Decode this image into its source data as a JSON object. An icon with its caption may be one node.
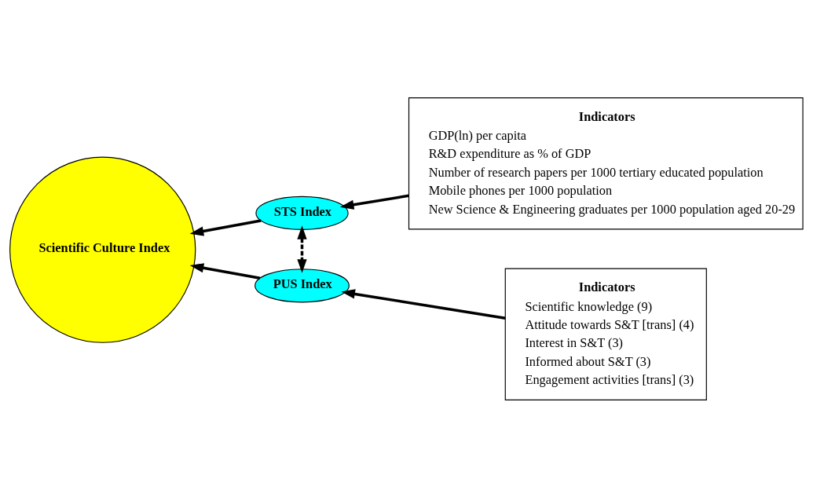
{
  "diagram": {
    "nodes": [
      {
        "text": [
          "STS Index"
        ]
      },
      {
        "text": [
          "Scientific Culture Index"
        ]
      },
      {
        "text": [
          "PUS Index"
        ]
      },
      {
        "text": [
          "Indicators",
          "GDP(ln) per capita",
          "R&D expenditure as % of GDP",
          "Number of research papers per 1000 tertiary educated population",
          "Mobile phones per 1000 population",
          "New Science & Engineering graduates per 1000 population aged 20-29"
        ]
      },
      {
        "text": [
          "Indicators",
          "Scientific knowledge (9)",
          "Attitude towards S&T [trans] (4)",
          "Interest in S&T (3)",
          "Informed about S&T (3)",
          "Engagement activities [trans] (3)"
        ]
      }
    ],
    "edges": [
      {
        "from": 3,
        "to": 0,
        "arrow": "to"
      },
      {
        "from": 0,
        "to": 1,
        "arrow": "to"
      },
      {
        "from": 0,
        "to": 2,
        "arrow": "both",
        "style": "dashed"
      },
      {
        "from": 2,
        "to": 1,
        "arrow": "to"
      },
      {
        "from": 4,
        "to": 2,
        "arrow": "to"
      }
    ]
  }
}
